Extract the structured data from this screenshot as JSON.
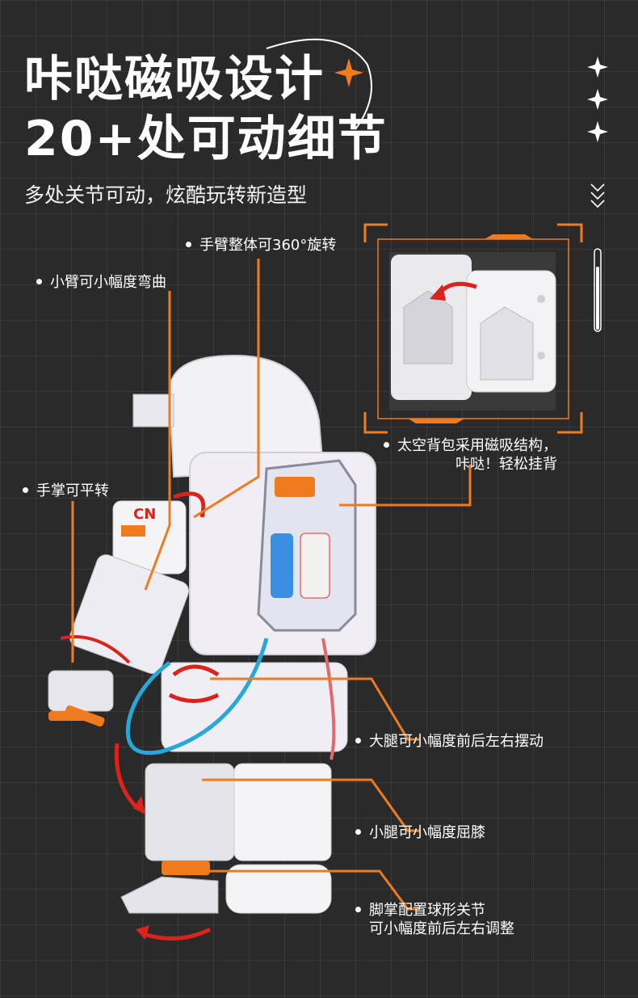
{
  "headline": {
    "line1": "咔哒磁吸设计",
    "line2": "20+处可动细节"
  },
  "subtitle": "多处关节可动，炫酷玩转新造型",
  "callouts": {
    "arm_rotate": "手臂整体可360°旋转",
    "forearm_bend": "小臂可小幅度弯曲",
    "palm_rotate": "手掌可平转",
    "backpack_line1": "太空背包采用磁吸结构，",
    "backpack_line2": "咔哒！轻松挂背",
    "thigh": "大腿可小幅度前后左右摆动",
    "shin": "小腿可小幅度屈膝",
    "foot_line1": "脚掌配置球形关节",
    "foot_line2": "可小幅度前后左右调整"
  },
  "colors": {
    "accent": "#f07a1e",
    "background": "#2a2a2a",
    "arrow_red": "#d9231c",
    "tube_blue": "#2aa7d9"
  }
}
